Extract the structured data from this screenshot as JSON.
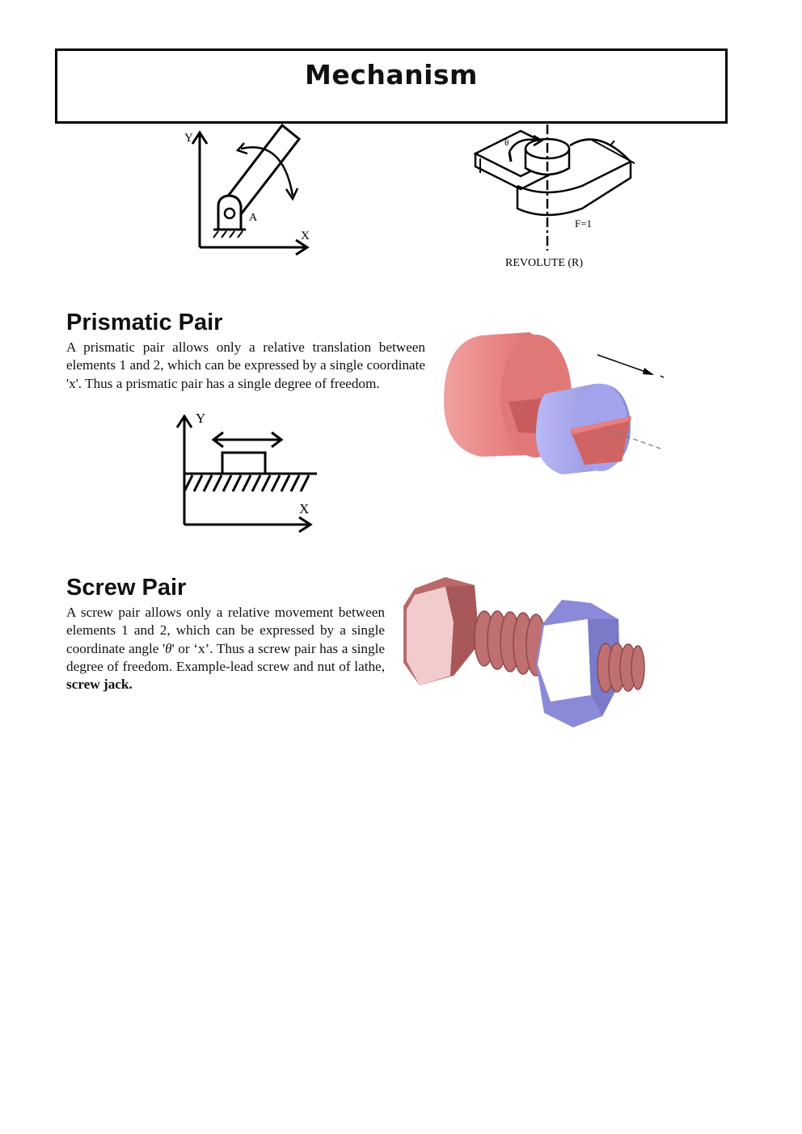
{
  "header": {
    "title": "Mechanism"
  },
  "fig1": {
    "axis_y": "Y",
    "axis_x": "X",
    "point": "A"
  },
  "fig2": {
    "theta": "θ",
    "dof": "F=1",
    "caption": "REVOLUTE (R)"
  },
  "prismatic": {
    "heading": "Prismatic Pair",
    "body": "A prismatic pair allows only a relative translation between elements 1 and 2, which can be expressed by a single coordinate 'x'. Thus a prismatic pair has a single degree of freedom.",
    "axis_y": "Y",
    "axis_x": "X"
  },
  "screw": {
    "heading": "Screw Pair",
    "body_a": "A screw pair allows only a relative movement between elements 1 and 2, which can be expressed by a single coordinate angle '",
    "theta": "θ",
    "body_b": "' or ‘x’. Thus a screw pair has a single degree of freedom. Example-lead screw and nut of lathe, ",
    "body_bold": "screw jack."
  },
  "colors": {
    "red_part": "#e88080",
    "blue_part": "#9c9cec",
    "bolt": "#b86a6a",
    "nut": "#8a8ad8"
  }
}
